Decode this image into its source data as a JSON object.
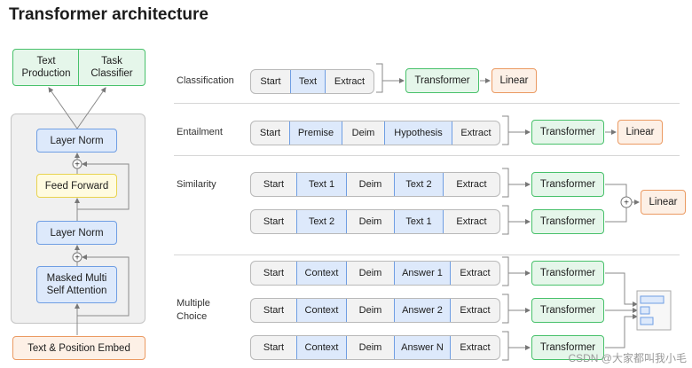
{
  "title": "Transformer architecture",
  "model": {
    "heads": [
      "Text Production",
      "Task Classifier"
    ],
    "layer_norm_top": "Layer Norm",
    "feed_forward": "Feed Forward",
    "layer_norm_bottom": "Layer Norm",
    "attention": "Masked Multi Self Attention",
    "embed": "Text & Position Embed",
    "plus": "+"
  },
  "tasks": {
    "classification": {
      "label": "Classification",
      "tokens": [
        "Start",
        "Text",
        "Extract"
      ],
      "transformer": "Transformer",
      "linear": "Linear"
    },
    "entailment": {
      "label": "Entailment",
      "tokens": [
        "Start",
        "Premise",
        "Deim",
        "Hypothesis",
        "Extract"
      ],
      "transformer": "Transformer",
      "linear": "Linear"
    },
    "similarity": {
      "label": "Similarity",
      "row1": [
        "Start",
        "Text 1",
        "Deim",
        "Text 2",
        "Extract"
      ],
      "row2": [
        "Start",
        "Text 2",
        "Deim",
        "Text 1",
        "Extract"
      ],
      "transformer": "Transformer",
      "linear": "Linear",
      "plus": "+"
    },
    "multiple_choice": {
      "label": "Multiple Choice",
      "row1": [
        "Start",
        "Context",
        "Deim",
        "Answer 1",
        "Extract"
      ],
      "row2": [
        "Start",
        "Context",
        "Deim",
        "Answer 2",
        "Extract"
      ],
      "row3": [
        "Start",
        "Context",
        "Deim",
        "Answer N",
        "Extract"
      ],
      "transformer": "Transformer"
    }
  },
  "watermark": "CSDN @大家都叫我小毛"
}
